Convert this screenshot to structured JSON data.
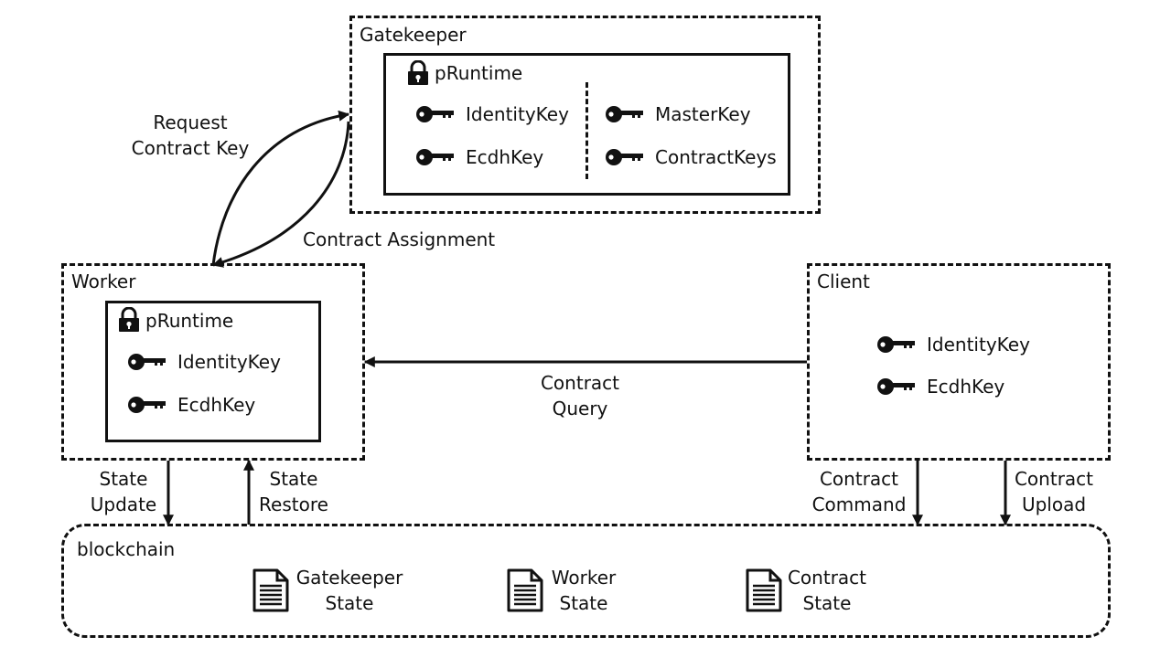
{
  "gatekeeper": {
    "title": "Gatekeeper",
    "pruntime": "pRuntime",
    "keys_left": [
      "IdentityKey",
      "EcdhKey"
    ],
    "keys_right": [
      "MasterKey",
      "ContractKeys"
    ]
  },
  "worker": {
    "title": "Worker",
    "pruntime": "pRuntime",
    "keys": [
      "IdentityKey",
      "EcdhKey"
    ]
  },
  "client": {
    "title": "Client",
    "keys": [
      "IdentityKey",
      "EcdhKey"
    ]
  },
  "blockchain": {
    "title": "blockchain",
    "documents": [
      {
        "line1": "Gatekeeper",
        "line2": "State"
      },
      {
        "line1": "Worker",
        "line2": "State"
      },
      {
        "line1": "Contract",
        "line2": "State"
      }
    ]
  },
  "arrows": {
    "request_contract_key": {
      "line1": "Request",
      "line2": "Contract Key"
    },
    "contract_assignment": "Contract Assignment",
    "contract_query": {
      "line1": "Contract",
      "line2": "Query"
    },
    "state_update": {
      "line1": "State",
      "line2": "Update"
    },
    "state_restore": {
      "line1": "State",
      "line2": "Restore"
    },
    "contract_command": {
      "line1": "Contract",
      "line2": "Command"
    },
    "contract_upload": {
      "line1": "Contract",
      "line2": "Upload"
    }
  },
  "icons": {
    "lock": "lock-icon",
    "key": "key-icon",
    "document": "document-icon"
  }
}
